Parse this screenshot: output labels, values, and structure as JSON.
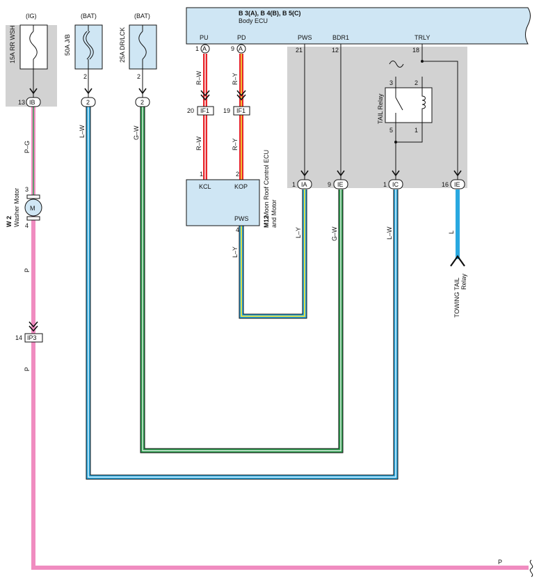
{
  "colors": {
    "ecu_fill": "#cfe6f4",
    "gray_box": "#d2d2d2",
    "pink": "#f08cc0",
    "light_blue": "#29a8e0",
    "green": "#2e9e4f",
    "red": "#e8252a",
    "yellow": "#f2e43a",
    "pink_green_stripe": "#3aa55a"
  },
  "ecu": {
    "title": "B 3(A), B 4(B), B 5(C)",
    "subtitle": "Body ECU",
    "pins": {
      "pu": {
        "name": "PU",
        "pin": "1",
        "conn": "A"
      },
      "pd": {
        "name": "PD",
        "pin": "9",
        "conn": "A"
      },
      "pws": {
        "name": "PWS",
        "pin": "21"
      },
      "bdr1": {
        "name": "BDR1",
        "pin": "12"
      },
      "trly": {
        "name": "TRLY",
        "pin": "18"
      }
    }
  },
  "fuses": {
    "f1": {
      "source": "(IG)",
      "name": "15A RR WSH",
      "pin": "",
      "conn_pin": "13",
      "conn": "IB"
    },
    "f2": {
      "source": "(BAT)",
      "name": "50A J/B",
      "pin": "2",
      "conn": "2"
    },
    "f3": {
      "source": "(BAT)",
      "name": "25A DR/LCK",
      "pin": "2",
      "conn": "2"
    }
  },
  "relay": {
    "name": "TAIL Relay",
    "p3": "3",
    "p2": "2",
    "p5": "5",
    "p1": "1"
  },
  "junctions": {
    "if1a": {
      "pin": "20",
      "name": "IF1"
    },
    "if1b": {
      "pin": "19",
      "name": "IF1"
    },
    "ia": {
      "pin": "1",
      "name": "IA"
    },
    "ie1": {
      "pin": "9",
      "name": "IE"
    },
    "ic": {
      "pin": "1",
      "name": "IC"
    },
    "ie2": {
      "pin": "16",
      "name": "IE"
    },
    "ip3": {
      "pin": "14",
      "name": "IP3"
    }
  },
  "moon_roof": {
    "code": "M12",
    "name_line1": "Moon Roof Control ECU",
    "name_line2": "and Motor",
    "kcl": "KCL",
    "kop": "KOP",
    "pws": "PWS",
    "kcl_pin": "1",
    "kop_pin": "2",
    "pws_pin": "4"
  },
  "washer": {
    "code": "W 2",
    "name": "Washer Motor",
    "symbol": "M",
    "pin_top": "3",
    "pin_bot": "4"
  },
  "wires": {
    "pg": "P–G",
    "lw": "L–W",
    "gw": "G–W",
    "rw": "R–W",
    "ry": "R–Y",
    "ly": "L–Y",
    "p": "P",
    "l": "L"
  },
  "towing": {
    "line1": "TOWING TAIL",
    "line2": "Relay"
  }
}
